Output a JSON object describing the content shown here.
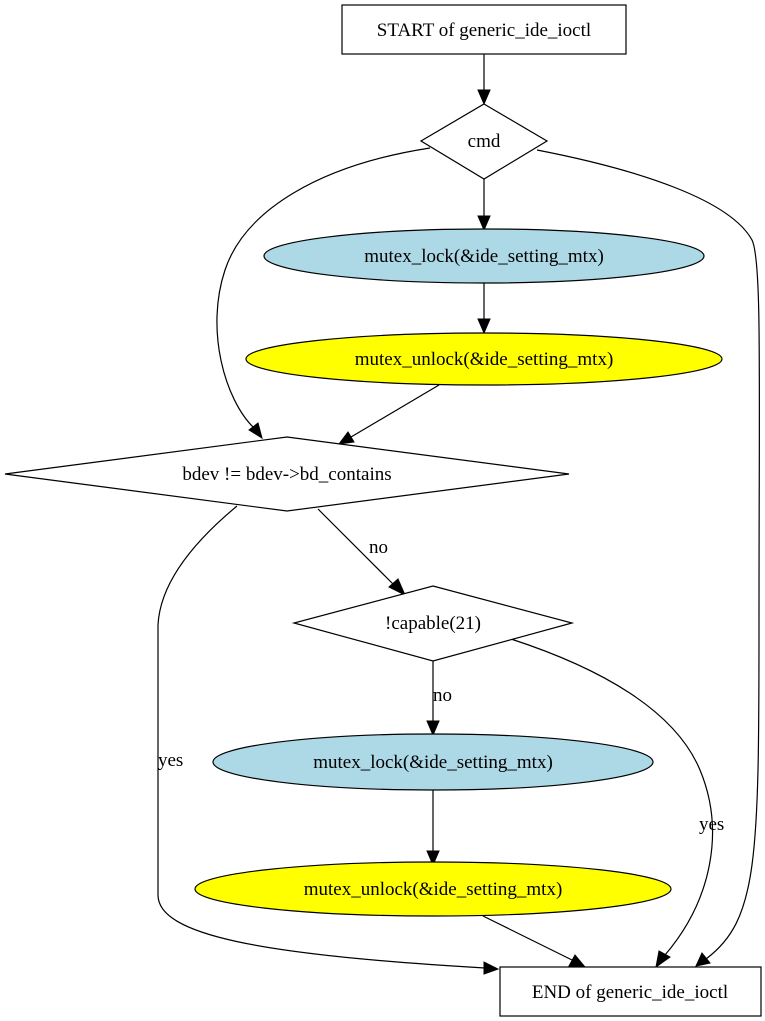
{
  "colors": {
    "lock_fill": "#add8e6",
    "unlock_fill": "#ffff00",
    "box_fill": "#ffffff",
    "stroke": "#000000"
  },
  "nodes": {
    "start": "START of generic_ide_ioctl",
    "cmd": "cmd",
    "lock_1": "mutex_lock(&ide_setting_mtx)",
    "unlock_1": "mutex_unlock(&ide_setting_mtx)",
    "bdev_check": "bdev != bdev->bd_contains",
    "capable_check": "!capable(21)",
    "lock_2": "mutex_lock(&ide_setting_mtx)",
    "unlock_2": "mutex_unlock(&ide_setting_mtx)",
    "end": "END of generic_ide_ioctl"
  },
  "edge_labels": {
    "bdev_no": "no",
    "bdev_yes": "yes",
    "capable_no": "no",
    "capable_yes": "yes"
  }
}
